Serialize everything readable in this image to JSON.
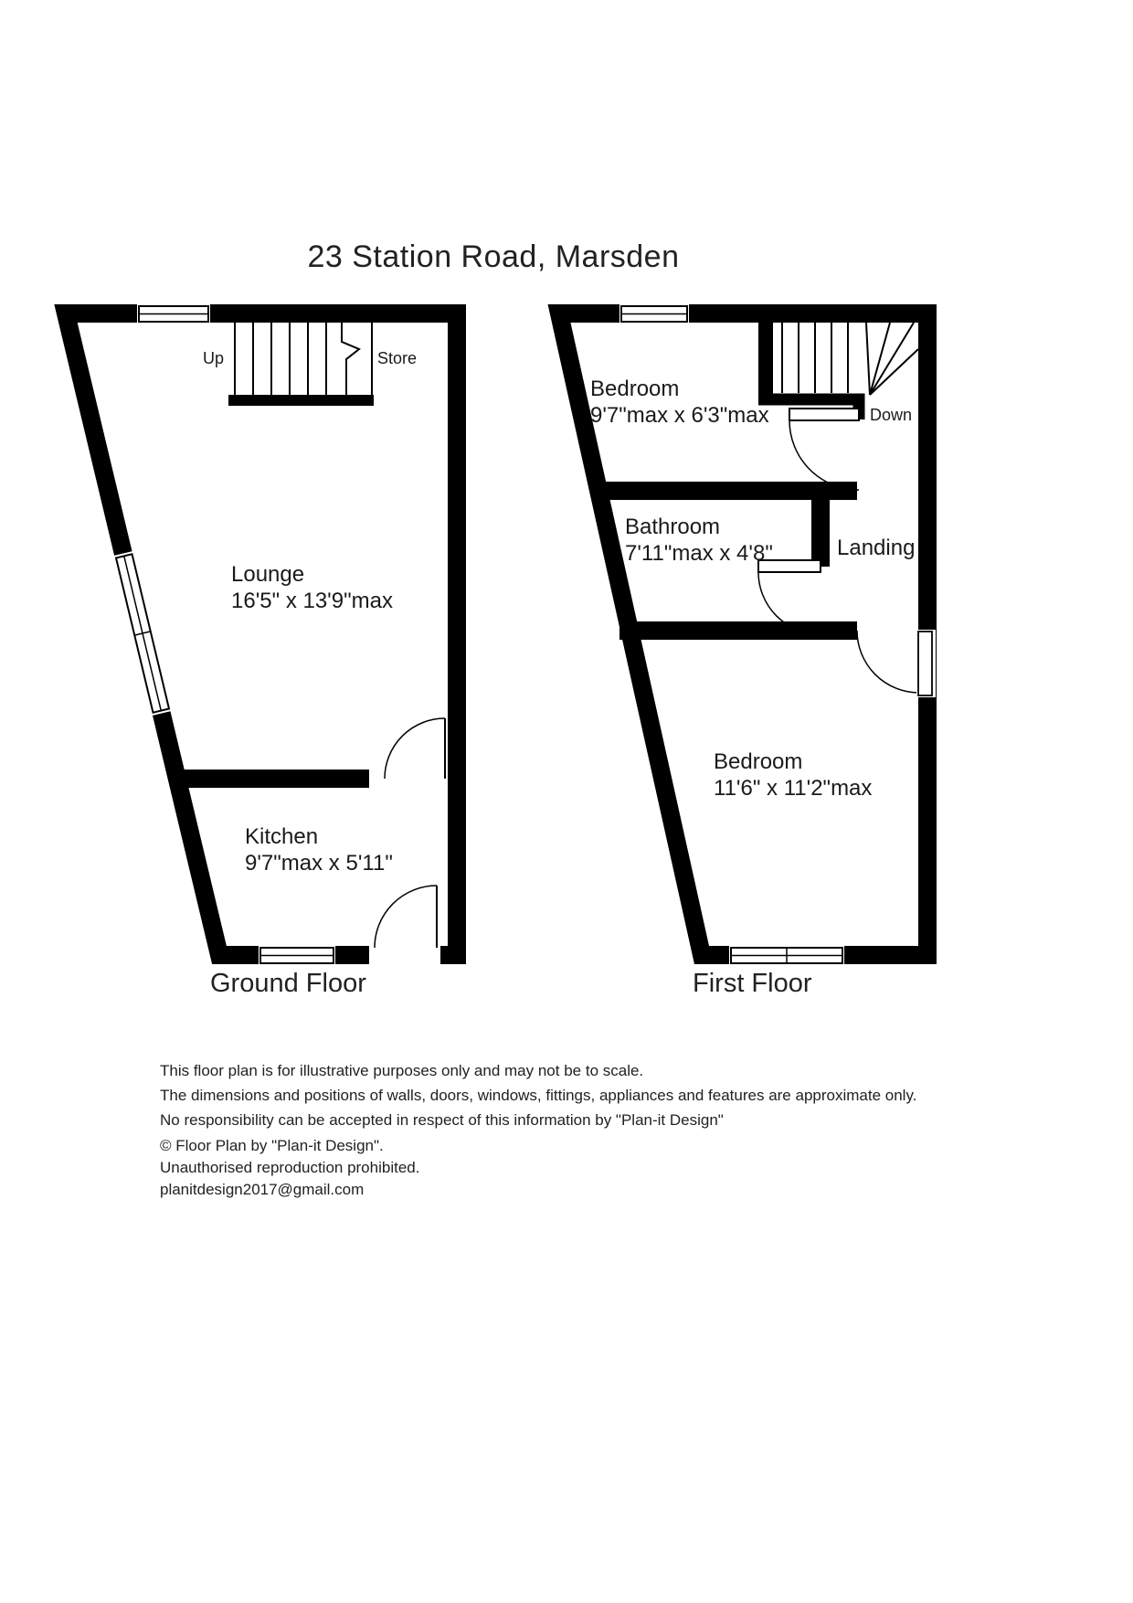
{
  "title": "23 Station Road, Marsden",
  "ground_floor": {
    "caption": "Ground Floor",
    "up_label": "Up",
    "store_label": "Store",
    "lounge": {
      "name": "Lounge",
      "dims": "16'5\" x 13'9\"max"
    },
    "kitchen": {
      "name": "Kitchen",
      "dims": "9'7\"max x 5'11\""
    }
  },
  "first_floor": {
    "caption": "First Floor",
    "down_label": "Down",
    "landing_label": "Landing",
    "bedroom1": {
      "name": "Bedroom",
      "dims": "9'7\"max x 6'3\"max"
    },
    "bathroom": {
      "name": "Bathroom",
      "dims": "7'11\"max x 4'8\""
    },
    "bedroom2": {
      "name": "Bedroom",
      "dims": "11'6\" x 11'2\"max"
    }
  },
  "disclaimer_lines": [
    "This floor plan is for illustrative purposes only and may not be to scale.",
    "The dimensions and positions of walls, doors, windows, fittings, appliances and features are approximate only.",
    "No responsibility can be accepted in respect of this information by \"Plan-it Design\""
  ],
  "credit_lines": [
    "© Floor Plan by \"Plan-it Design\".",
    "Unauthorised reproduction prohibited.",
    "planitdesign2017@gmail.com"
  ],
  "colors": {
    "wall": "#000000",
    "background": "#ffffff"
  }
}
